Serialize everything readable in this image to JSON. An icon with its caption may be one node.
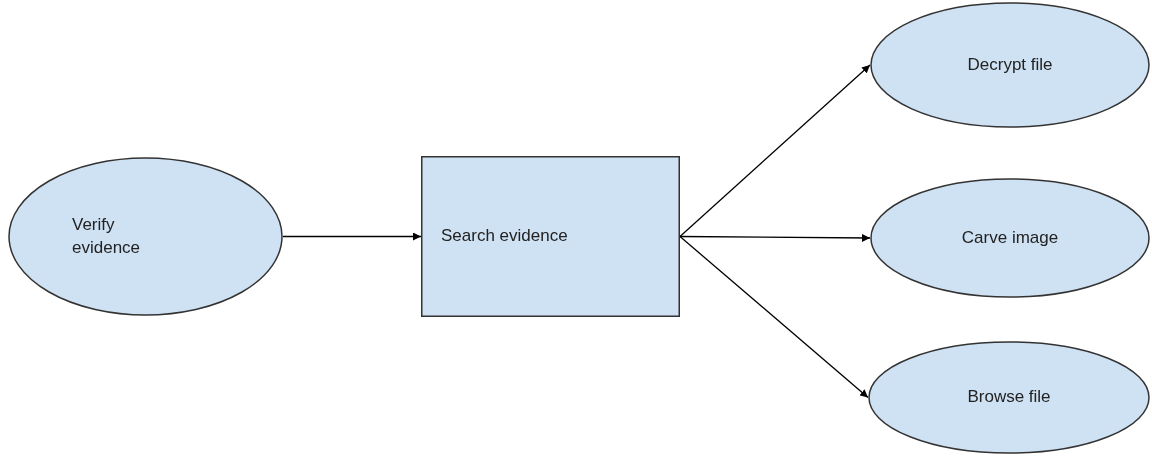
{
  "diagram": {
    "nodes": [
      {
        "text": [
          "Verify evidence"
        ]
      },
      {
        "text": [
          "Search evidence"
        ]
      },
      {
        "text": [
          "Decrypt file"
        ]
      },
      {
        "text": [
          "Carve image"
        ]
      },
      {
        "text": [
          "Browse file"
        ]
      }
    ],
    "edges": [
      {
        "from": 0,
        "to": 1,
        "arrow": "to"
      },
      {
        "from": 1,
        "to": 2,
        "arrow": "to"
      },
      {
        "from": 1,
        "to": 3,
        "arrow": "to"
      },
      {
        "from": 1,
        "to": 4,
        "arrow": "to"
      }
    ]
  }
}
